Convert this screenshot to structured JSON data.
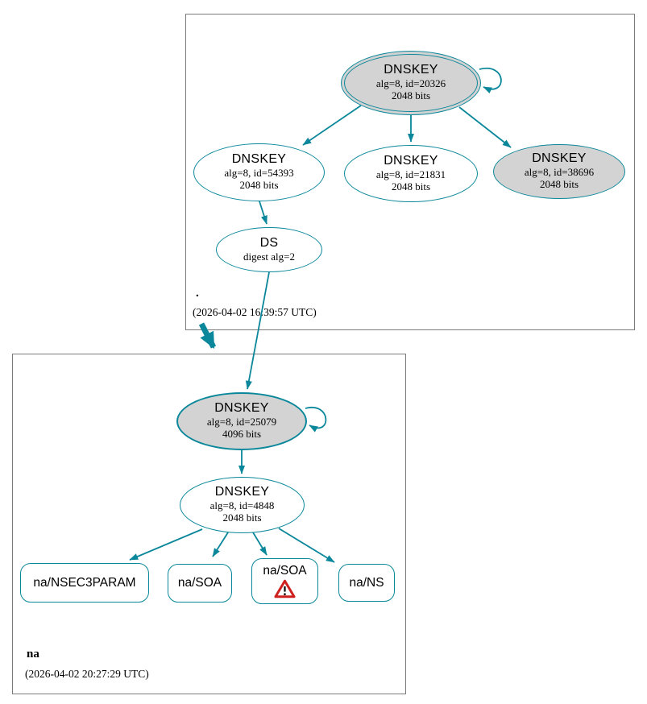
{
  "colors": {
    "edge_teal": "#0a879a",
    "ksk_fill_gray": "#d3d3d3",
    "warning_red": "#cf2020",
    "zone_box_border": "#7a7a7a"
  },
  "zones": [
    {
      "name": ".",
      "timestamp": "(2026-04-02 16:39:57 UTC)",
      "nodes": {
        "ksk": {
          "title": "DNSKEY",
          "detail1": "alg=8, id=20326",
          "detail2": "2048 bits"
        },
        "zsk_left": {
          "title": "DNSKEY",
          "detail1": "alg=8, id=54393",
          "detail2": "2048 bits"
        },
        "zsk_mid": {
          "title": "DNSKEY",
          "detail1": "alg=8, id=21831",
          "detail2": "2048 bits"
        },
        "ksk_right": {
          "title": "DNSKEY",
          "detail1": "alg=8, id=38696",
          "detail2": "2048 bits"
        },
        "ds": {
          "title": "DS",
          "detail1": "digest alg=2"
        }
      }
    },
    {
      "name": "na",
      "timestamp": "(2026-04-02 20:27:29 UTC)",
      "nodes": {
        "ksk": {
          "title": "DNSKEY",
          "detail1": "alg=8, id=25079",
          "detail2": "4096 bits"
        },
        "zsk": {
          "title": "DNSKEY",
          "detail1": "alg=8, id=4848",
          "detail2": "2048 bits"
        },
        "rrset_nsec3param": {
          "label": "na/NSEC3PARAM"
        },
        "rrset_soa": {
          "label": "na/SOA"
        },
        "rrset_soa_warning": {
          "label": "na/SOA",
          "icon": "warning-triangle"
        },
        "rrset_ns": {
          "label": "na/NS"
        }
      }
    }
  ]
}
